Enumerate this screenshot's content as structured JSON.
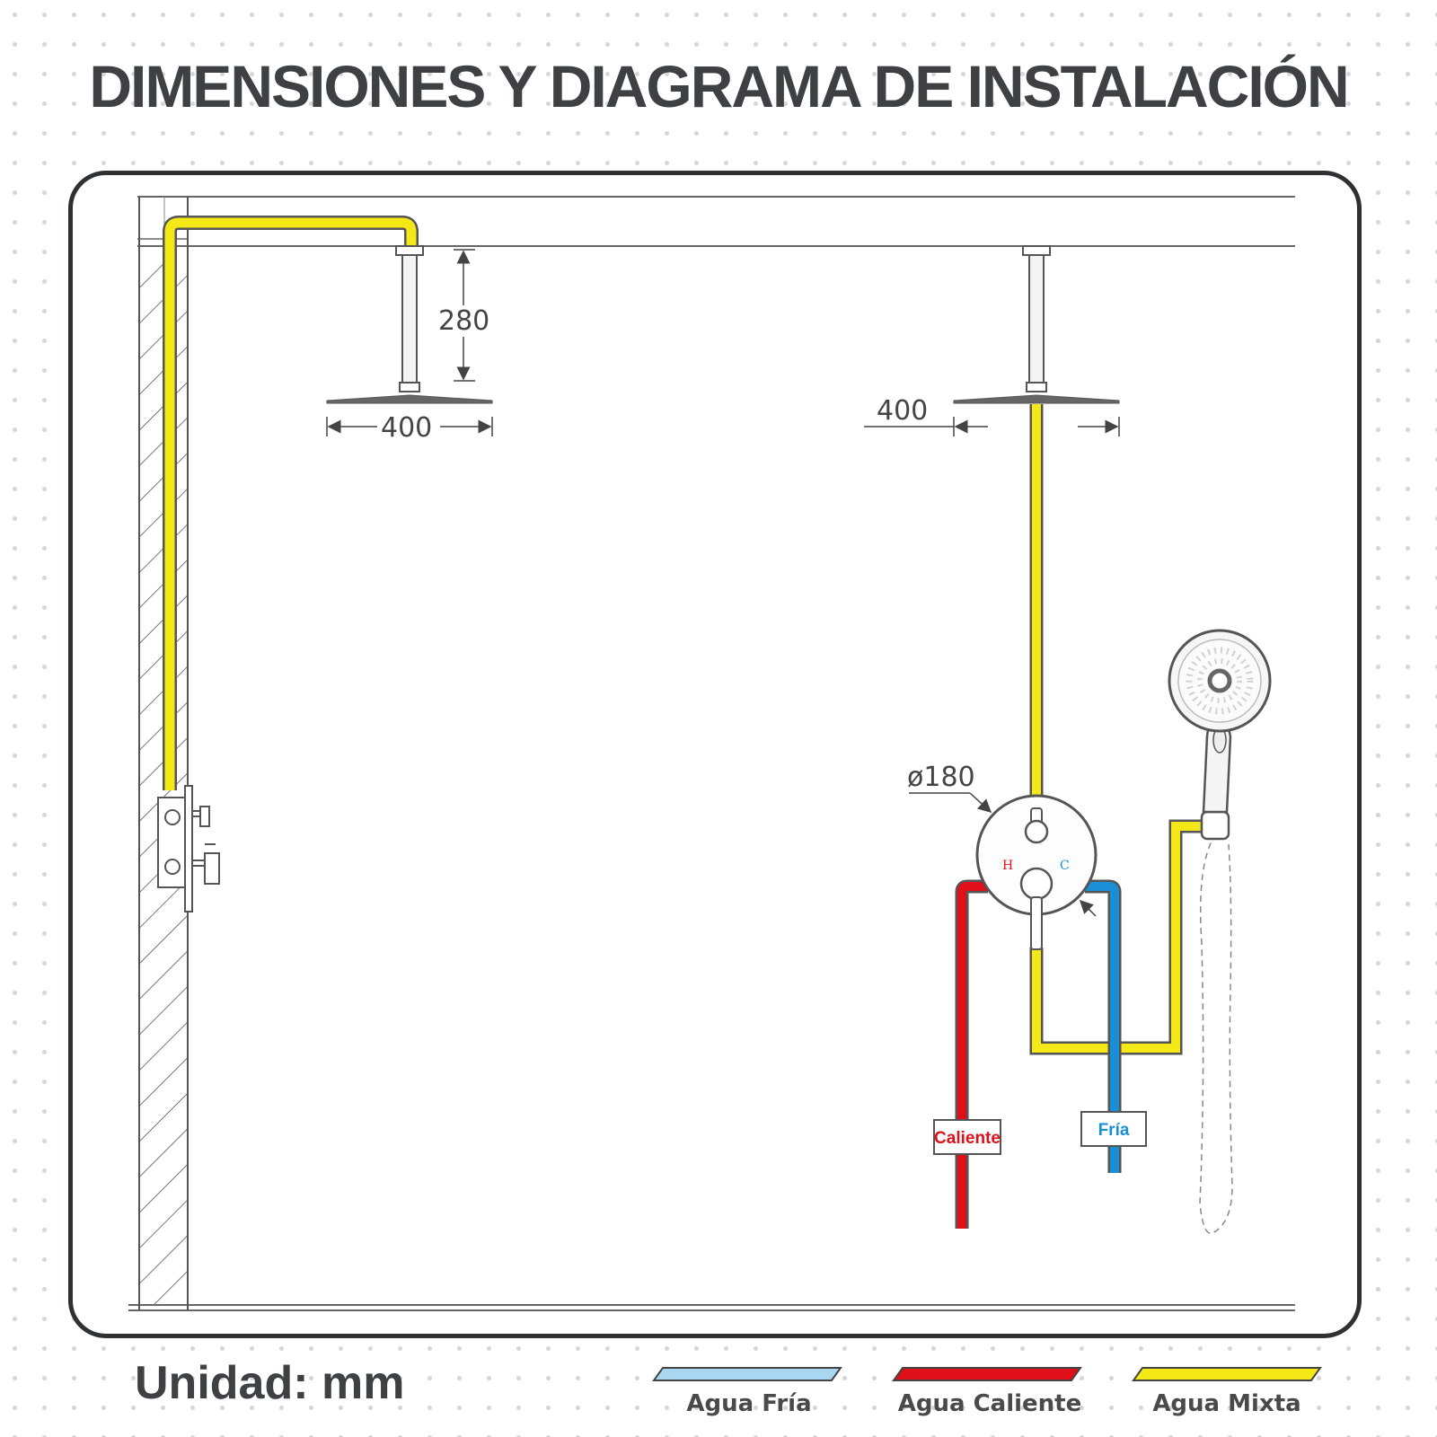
{
  "title": "DIMENSIONES Y DIAGRAMA DE INSTALACIÓN",
  "unit_label": "Unidad: mm",
  "dimensions": {
    "arm_length": "280",
    "head_width_left": "400",
    "head_width_right": "400",
    "valve_diameter": "ø180"
  },
  "valve_marks": {
    "hot": "H",
    "cold": "C"
  },
  "pipe_tags": {
    "hot": "Caliente",
    "cold": "Fría"
  },
  "legend": [
    {
      "label": "Agua Fría",
      "color": "#a9d6f0"
    },
    {
      "label": "Agua Caliente",
      "color": "#e0101b"
    },
    {
      "label": "Agua Mixta",
      "color": "#f5e817"
    }
  ],
  "colors": {
    "mixed": "#f5e817",
    "hot": "#e0101b",
    "cold": "#1a8ed6",
    "line": "#555555",
    "frame": "#2f3033"
  }
}
